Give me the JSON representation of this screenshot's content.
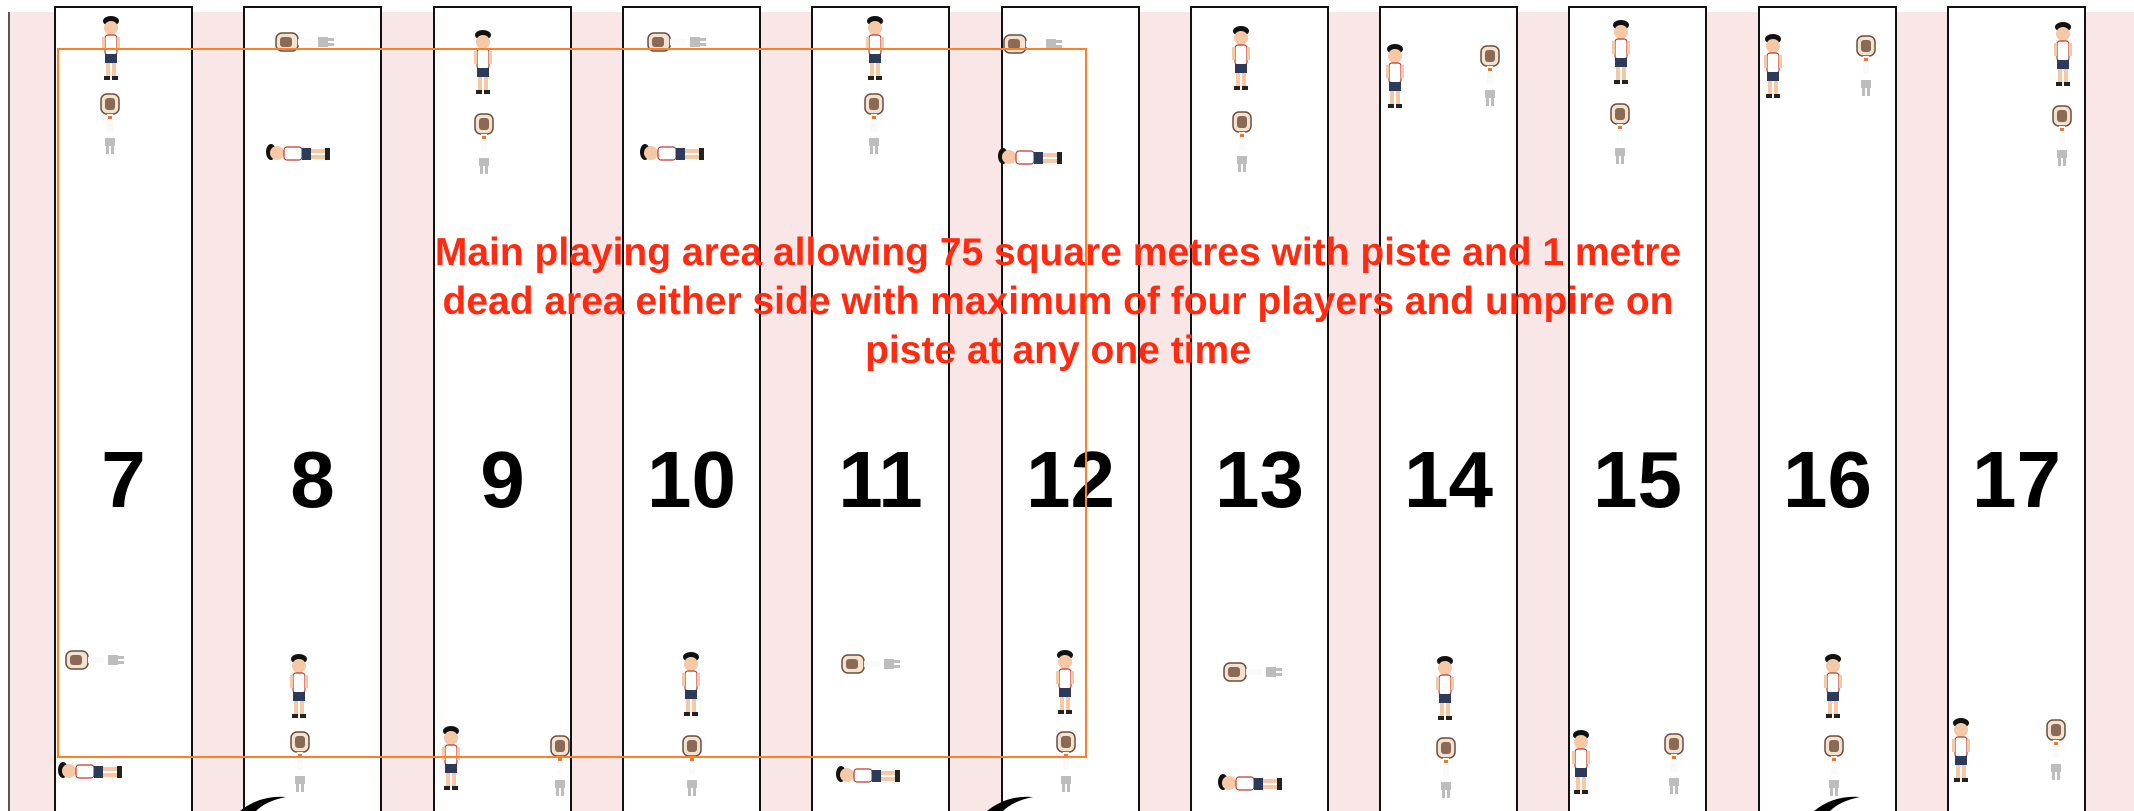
{
  "diagram": {
    "caption": "Main playing area allowing 75 square metres with piste and 1 metre dead area either side with maximum of four players and umpire on piste at any one time",
    "pistes": [
      {
        "number": "7"
      },
      {
        "number": "8"
      },
      {
        "number": "9"
      },
      {
        "number": "10"
      },
      {
        "number": "11"
      },
      {
        "number": "12"
      },
      {
        "number": "13"
      },
      {
        "number": "14"
      },
      {
        "number": "15"
      },
      {
        "number": "16"
      },
      {
        "number": "17"
      }
    ],
    "colors": {
      "dead_area": "#f9e6e7",
      "piste": "#ffffff",
      "play_area_border": "#ff7f27",
      "caption_text": "#ff2a10",
      "piste_number": "#000000"
    },
    "icons": [
      "fencer-standing-figure",
      "fencer-lying-figure",
      "umpire-figure"
    ]
  }
}
